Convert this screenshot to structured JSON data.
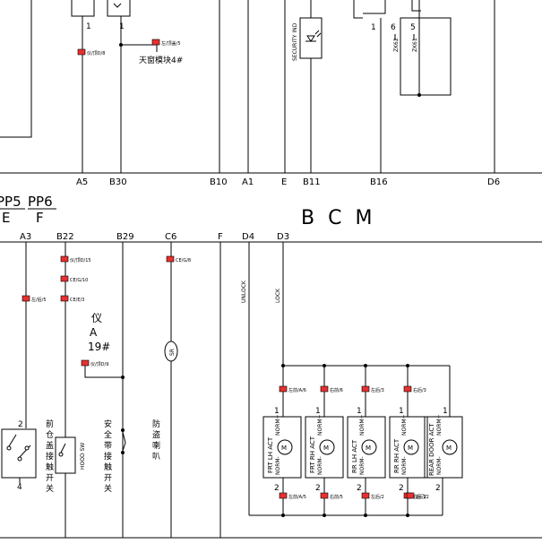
{
  "bcm_title": "B C M",
  "top_pins": [
    "A5",
    "B30",
    "B10",
    "A1",
    "E",
    "B11",
    "B16",
    "D6"
  ],
  "bottom_pins": [
    "A3",
    "B22",
    "B29",
    "C6",
    "F",
    "D4",
    "D3"
  ],
  "pp": {
    "pp5": "PP5",
    "pp6": "PP6",
    "pp5_sub": "E",
    "pp6_sub": "F"
  },
  "sunroof_module": "天窗模块4#",
  "security_ind": "SECURITY IND",
  "zk_labels": {
    "zk62": "ZK62",
    "zk61": "ZK61"
  },
  "top_numbers": {
    "n1a": "1",
    "n1b": "1",
    "n1c": "1",
    "n6": "6",
    "n5": "5"
  },
  "connector_tags": {
    "a5": "仪/顶D/8",
    "b30": "左/顶盖/5",
    "b22_1": "仪/顶D/15",
    "b22_2": "CE/G/10",
    "b22_3": "CE/E/3",
    "a3": "左/后/5",
    "c6": "CE/G/8",
    "yi_a19": "仪/顶D/9",
    "m1_top": "左前/A/6",
    "m2_top": "右前/6",
    "m3_top": "左后/3",
    "m4_top": "右后/3",
    "m1_bot": "左前/A/5",
    "m2_bot": "右前/5",
    "m3_bot": "左后/2",
    "m4_bot": "右后/2",
    "m5_bot": "后门/2"
  },
  "yi_block": {
    "l1": "仪",
    "l2": "A",
    "l3": "19#"
  },
  "side_labels": {
    "unlock": "UNLOCK",
    "lock": "LOCK",
    "hood_sw": "HOOD SW",
    "sr": "SR",
    "hood_cn": [
      "前",
      "仓",
      "盖",
      "接",
      "触",
      "开",
      "关"
    ],
    "belt_cn": [
      "安",
      "全",
      "带",
      "接",
      "触",
      "开",
      "关"
    ],
    "horn_cn": [
      "防",
      "盗",
      "喇",
      "叭"
    ]
  },
  "switch_nums": {
    "top": "2",
    "bottom": "4"
  },
  "motors": [
    {
      "label": "FRT LH ACT",
      "top": "1",
      "bottom": "2"
    },
    {
      "label": "FRT RH ACT",
      "top": "1",
      "bottom": "2"
    },
    {
      "label": "RR LH ACT",
      "top": "1",
      "bottom": "2"
    },
    {
      "label": "RR RH ACT",
      "top": "1",
      "bottom": "2"
    },
    {
      "label": "REAR DOOR ACT",
      "top": "1",
      "bottom": "2"
    }
  ],
  "motor_end_labels": {
    "top": "NORM+",
    "bottom": "NORM-"
  },
  "motor_symbol": "M"
}
